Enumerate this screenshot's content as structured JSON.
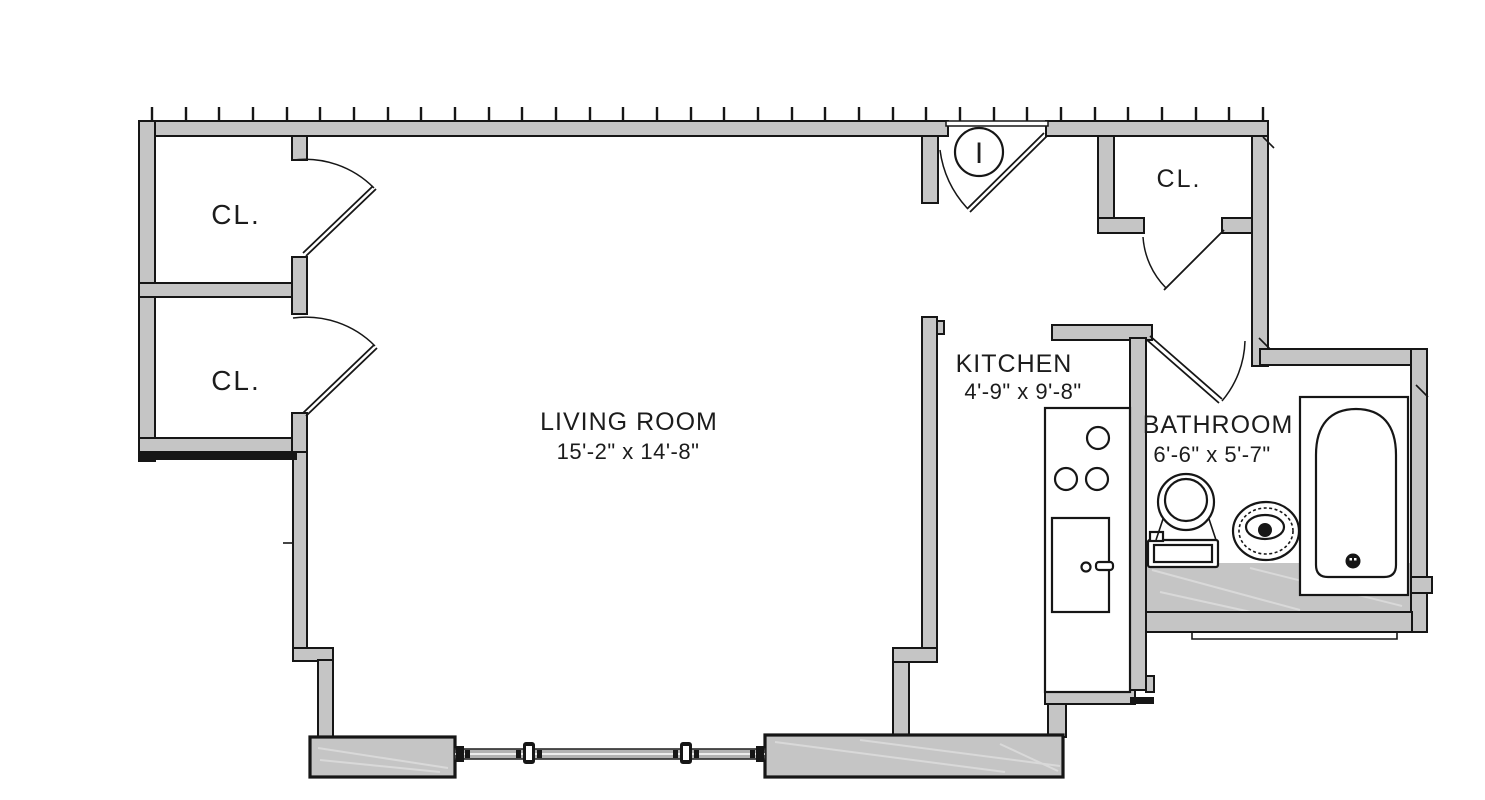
{
  "colors": {
    "wall_fill": "#c5c5c5",
    "line": "#161616",
    "window_glass": "#b3b3b3",
    "background": "#ffffff"
  },
  "rooms": {
    "living_room": {
      "name": "LIVING ROOM",
      "dimensions": "15'-2\" x 14'-8\""
    },
    "kitchen": {
      "name": "KITCHEN",
      "dimensions": "4'-9\" x 9'-8\""
    },
    "bathroom": {
      "name": "BATHROOM",
      "dimensions": "6'-6\" x 5'-7\""
    },
    "closet_top_left": {
      "label": "CL."
    },
    "closet_bottom_left": {
      "label": "CL."
    },
    "closet_right": {
      "label": "CL."
    },
    "entry": {
      "marker": "I"
    }
  }
}
